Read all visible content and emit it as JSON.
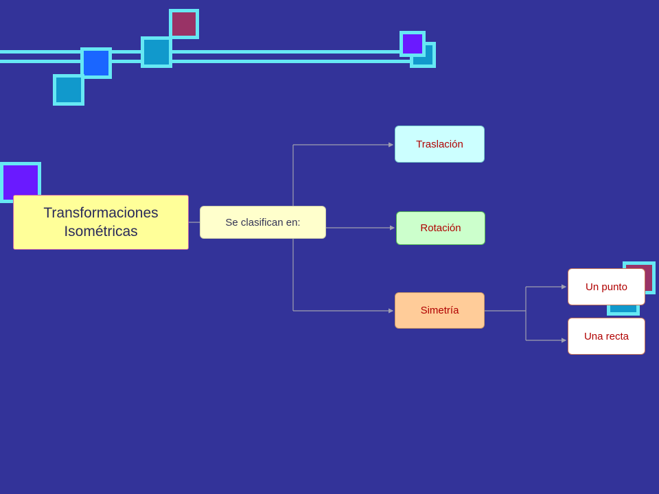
{
  "diagram": {
    "root": {
      "label": "Transformaciones\nIsométricas"
    },
    "relation": {
      "label": "Se clasifican en:"
    },
    "types": [
      {
        "label": "Traslación"
      },
      {
        "label": "Rotación"
      },
      {
        "label": "Simetría"
      }
    ],
    "symmetry_kinds": [
      {
        "label": "Un punto"
      },
      {
        "label": "Una recta"
      }
    ]
  },
  "colors": {
    "background": "#333399",
    "square_border": "#66e8f4",
    "node_text_red": "#b00000",
    "connector": "#a0a0b0"
  }
}
